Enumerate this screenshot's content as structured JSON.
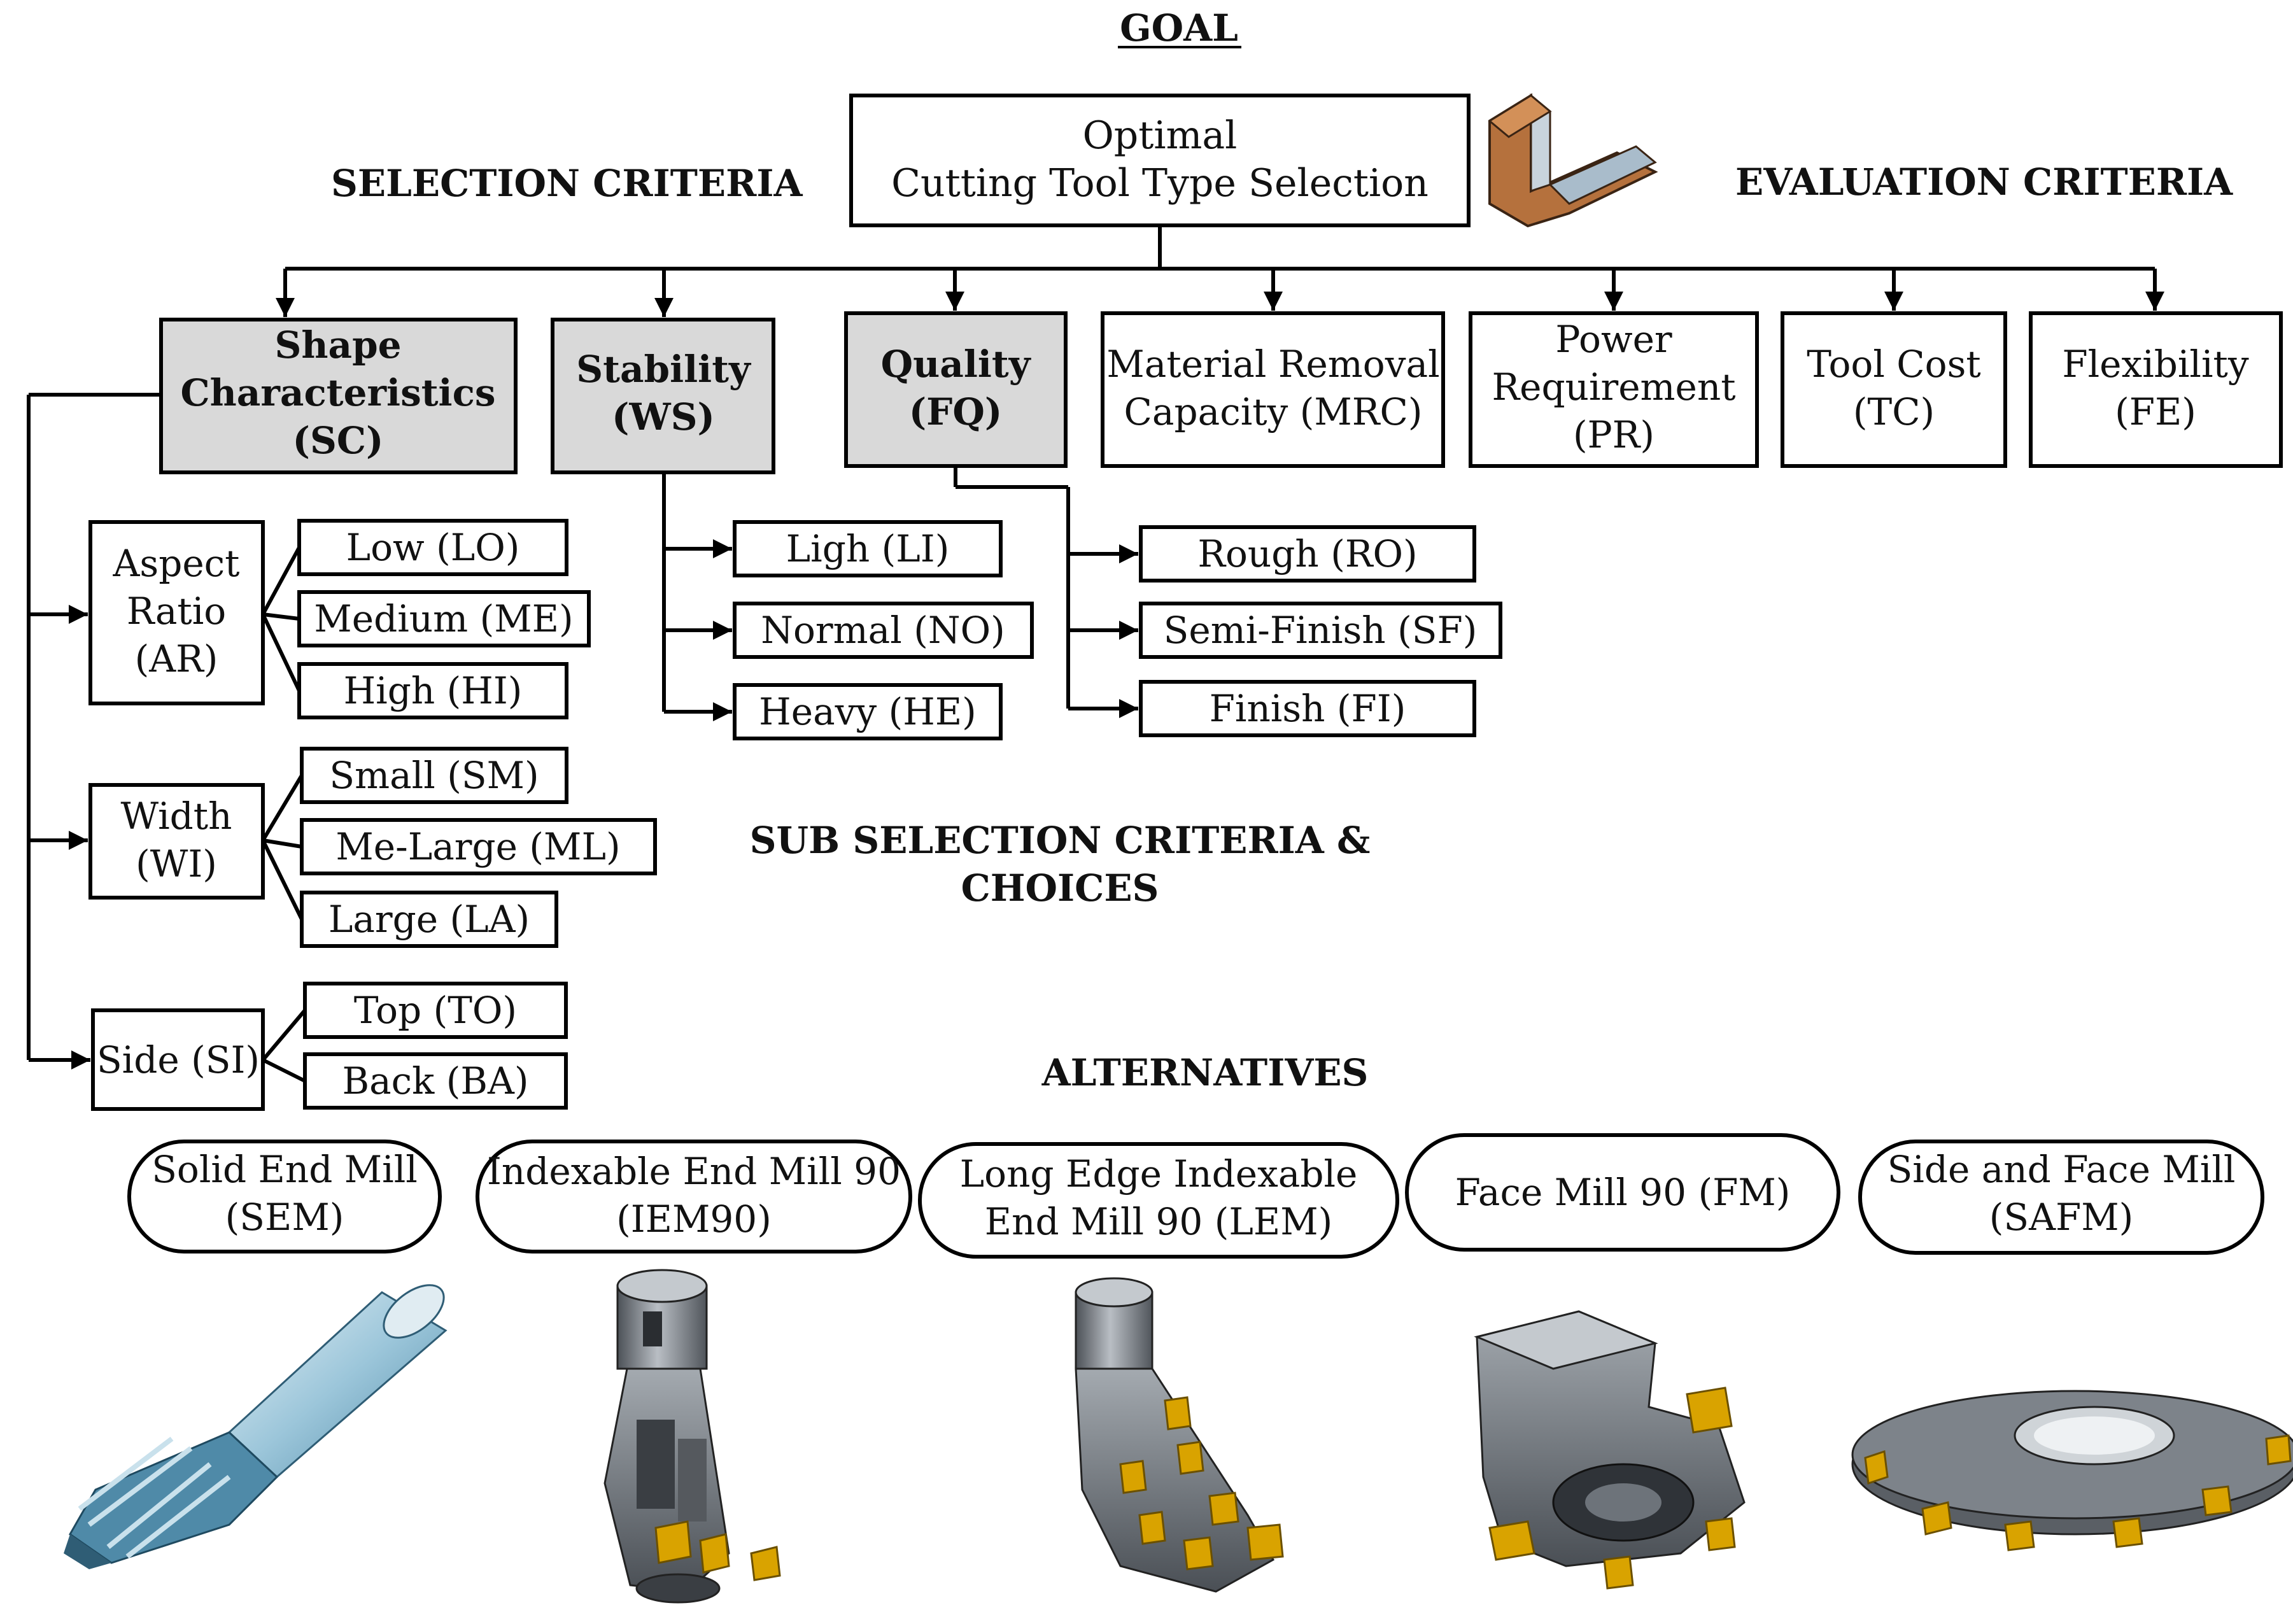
{
  "heading": "GOAL",
  "goal": {
    "line1": "Optimal",
    "line2": "Cutting Tool Type Selection"
  },
  "labels": {
    "selection": "SELECTION CRITERIA",
    "evaluation": "EVALUATION CRITERIA",
    "sub_line1": "SUB SELECTION CRITERIA &",
    "sub_line2": "CHOICES",
    "alternatives": "ALTERNATIVES"
  },
  "criteria": {
    "sc": [
      "Shape",
      "Characteristics",
      "(SC)"
    ],
    "ws": [
      "Stability",
      "(WS)"
    ],
    "fq": [
      "Quality",
      "(FQ)"
    ],
    "mrc": [
      "Material Removal",
      "Capacity (MRC)"
    ],
    "pr": [
      "Power",
      "Requirement",
      "(PR)"
    ],
    "tc": [
      "Tool Cost",
      "(TC)"
    ],
    "fe": [
      "Flexibility",
      "(FE)"
    ]
  },
  "sub": {
    "ar": [
      "Aspect",
      "Ratio",
      "(AR)"
    ],
    "wi": [
      "Width",
      "(WI)"
    ],
    "si": [
      "Side (SI)"
    ]
  },
  "choices": {
    "lo": "Low (LO)",
    "me": "Medium (ME)",
    "hi": "High (HI)",
    "sm": "Small (SM)",
    "ml": "Me-Large (ML)",
    "la": "Large (LA)",
    "to": "Top (TO)",
    "ba": "Back (BA)",
    "li": "Ligh (LI)",
    "no": "Normal (NO)",
    "he": "Heavy (HE)",
    "ro": "Rough (RO)",
    "sf": "Semi-Finish (SF)",
    "fi": "Finish (FI)"
  },
  "alternatives": {
    "sem": [
      "Solid End Mill",
      "(SEM)"
    ],
    "iem": [
      "Indexable End Mill 90",
      "(IEM90)"
    ],
    "lem": [
      "Long Edge Indexable",
      "End Mill 90 (LEM)"
    ],
    "fm": [
      "Face Mill 90 (FM)"
    ],
    "safm": [
      "Side and Face Mill",
      "(SAFM)"
    ]
  },
  "colors": {
    "shaded_box": "#d9d9d9",
    "insert_gold": "#d9a300",
    "tool_gray": "#6d737a",
    "tool_blue": "#7fb2cc",
    "workpiece": "#b5713d"
  }
}
